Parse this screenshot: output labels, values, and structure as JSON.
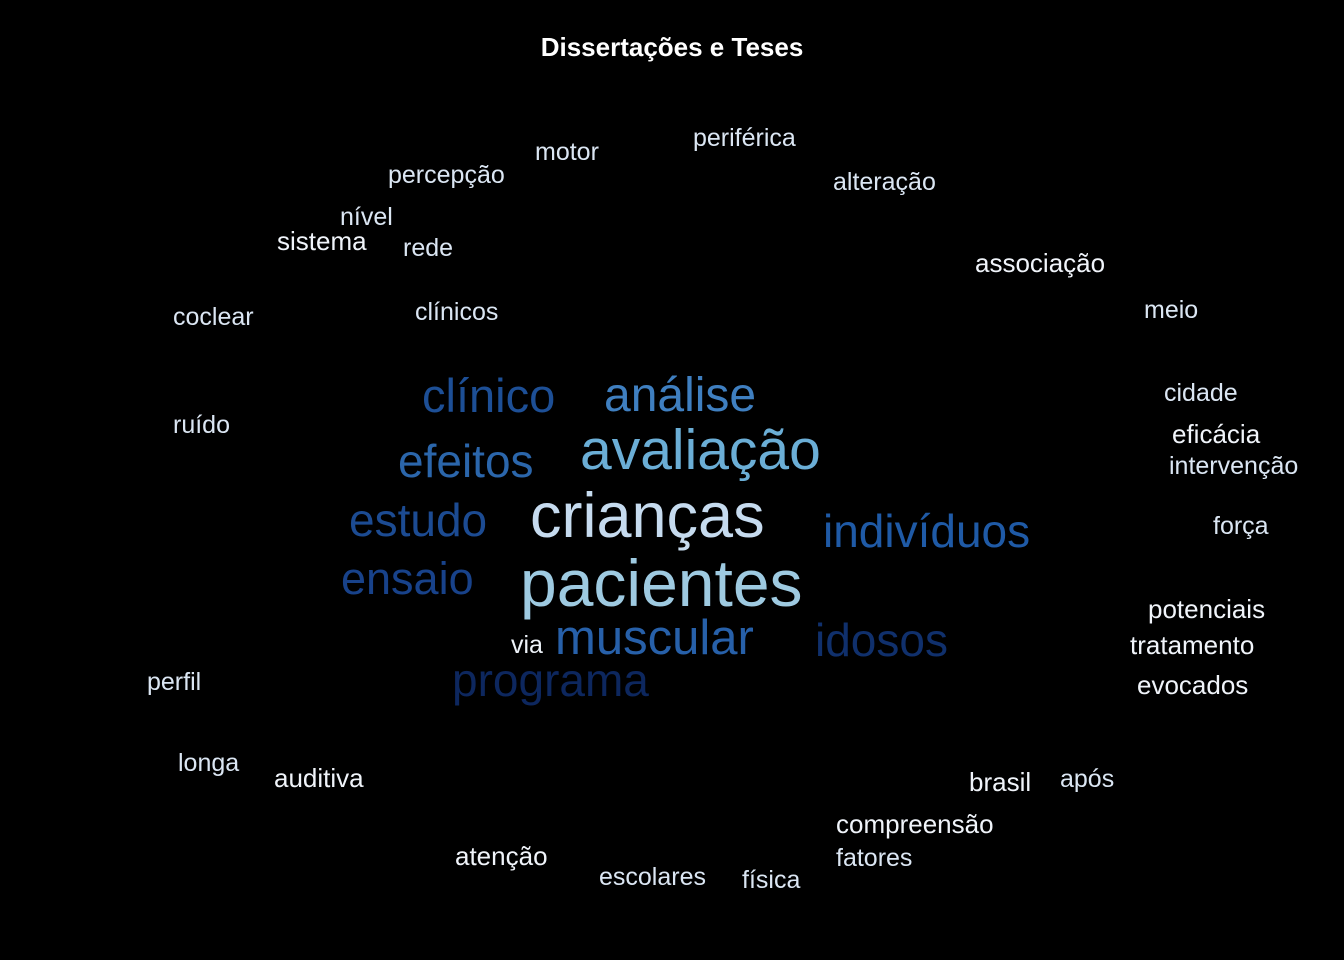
{
  "chart_data": {
    "type": "wordcloud",
    "title": "Dissertações e Teses",
    "background": "#000000",
    "words": [
      {
        "text": "pacientes",
        "weight": 100,
        "color": "#9ecae1"
      },
      {
        "text": "crianças",
        "weight": 98,
        "color": "#c6dbef"
      },
      {
        "text": "avaliação",
        "weight": 88,
        "color": "#6baed6"
      },
      {
        "text": "análise",
        "weight": 74,
        "color": "#3f7fc0"
      },
      {
        "text": "clínico",
        "weight": 72,
        "color": "#1d4f96"
      },
      {
        "text": "efeitos",
        "weight": 70,
        "color": "#2b66ab"
      },
      {
        "text": "estudo",
        "weight": 70,
        "color": "#1c4b92"
      },
      {
        "text": "indivíduos",
        "weight": 70,
        "color": "#1f5aa6"
      },
      {
        "text": "ensaio",
        "weight": 68,
        "color": "#18428a"
      },
      {
        "text": "muscular",
        "weight": 68,
        "color": "#2760a9"
      },
      {
        "text": "idosos",
        "weight": 67,
        "color": "#10306c"
      },
      {
        "text": "programa",
        "weight": 66,
        "color": "#0d275e"
      },
      {
        "text": "associação",
        "weight": 30,
        "color": "#f0f4fa"
      },
      {
        "text": "eficácia",
        "weight": 30,
        "color": "#f0f4fa"
      },
      {
        "text": "potenciais",
        "weight": 30,
        "color": "#f0f4fa"
      },
      {
        "text": "tratamento",
        "weight": 30,
        "color": "#f0f4fa"
      },
      {
        "text": "evocados",
        "weight": 30,
        "color": "#f0f4fa"
      },
      {
        "text": "brasil",
        "weight": 30,
        "color": "#f0f4fa"
      },
      {
        "text": "compreensão",
        "weight": 30,
        "color": "#f0f4fa"
      },
      {
        "text": "atenção",
        "weight": 30,
        "color": "#f0f4fa"
      },
      {
        "text": "auditiva",
        "weight": 30,
        "color": "#f0f4fa"
      },
      {
        "text": "sistema",
        "weight": 30,
        "color": "#f0f4fa"
      },
      {
        "text": "via",
        "weight": 29,
        "color": "#eef3f9"
      },
      {
        "text": "percepção",
        "weight": 28,
        "color": "#dbe6f3"
      },
      {
        "text": "motor",
        "weight": 28,
        "color": "#dbe6f3"
      },
      {
        "text": "periférica",
        "weight": 28,
        "color": "#dbe6f3"
      },
      {
        "text": "alteração",
        "weight": 28,
        "color": "#dbe6f3"
      },
      {
        "text": "nível",
        "weight": 28,
        "color": "#dbe6f3"
      },
      {
        "text": "rede",
        "weight": 28,
        "color": "#dbe6f3"
      },
      {
        "text": "coclear",
        "weight": 28,
        "color": "#dbe6f3"
      },
      {
        "text": "clínicos",
        "weight": 28,
        "color": "#dbe6f3"
      },
      {
        "text": "meio",
        "weight": 28,
        "color": "#dbe6f3"
      },
      {
        "text": "cidade",
        "weight": 28,
        "color": "#dbe6f3"
      },
      {
        "text": "ruído",
        "weight": 28,
        "color": "#dbe6f3"
      },
      {
        "text": "intervenção",
        "weight": 28,
        "color": "#dbe6f3"
      },
      {
        "text": "força",
        "weight": 28,
        "color": "#dbe6f3"
      },
      {
        "text": "perfil",
        "weight": 28,
        "color": "#dbe6f3"
      },
      {
        "text": "longa",
        "weight": 28,
        "color": "#dbe6f3"
      },
      {
        "text": "após",
        "weight": 28,
        "color": "#dbe6f3"
      },
      {
        "text": "fatores",
        "weight": 28,
        "color": "#dbe6f3"
      },
      {
        "text": "escolares",
        "weight": 28,
        "color": "#dbe6f3"
      },
      {
        "text": "física",
        "weight": 28,
        "color": "#dbe6f3"
      }
    ]
  }
}
